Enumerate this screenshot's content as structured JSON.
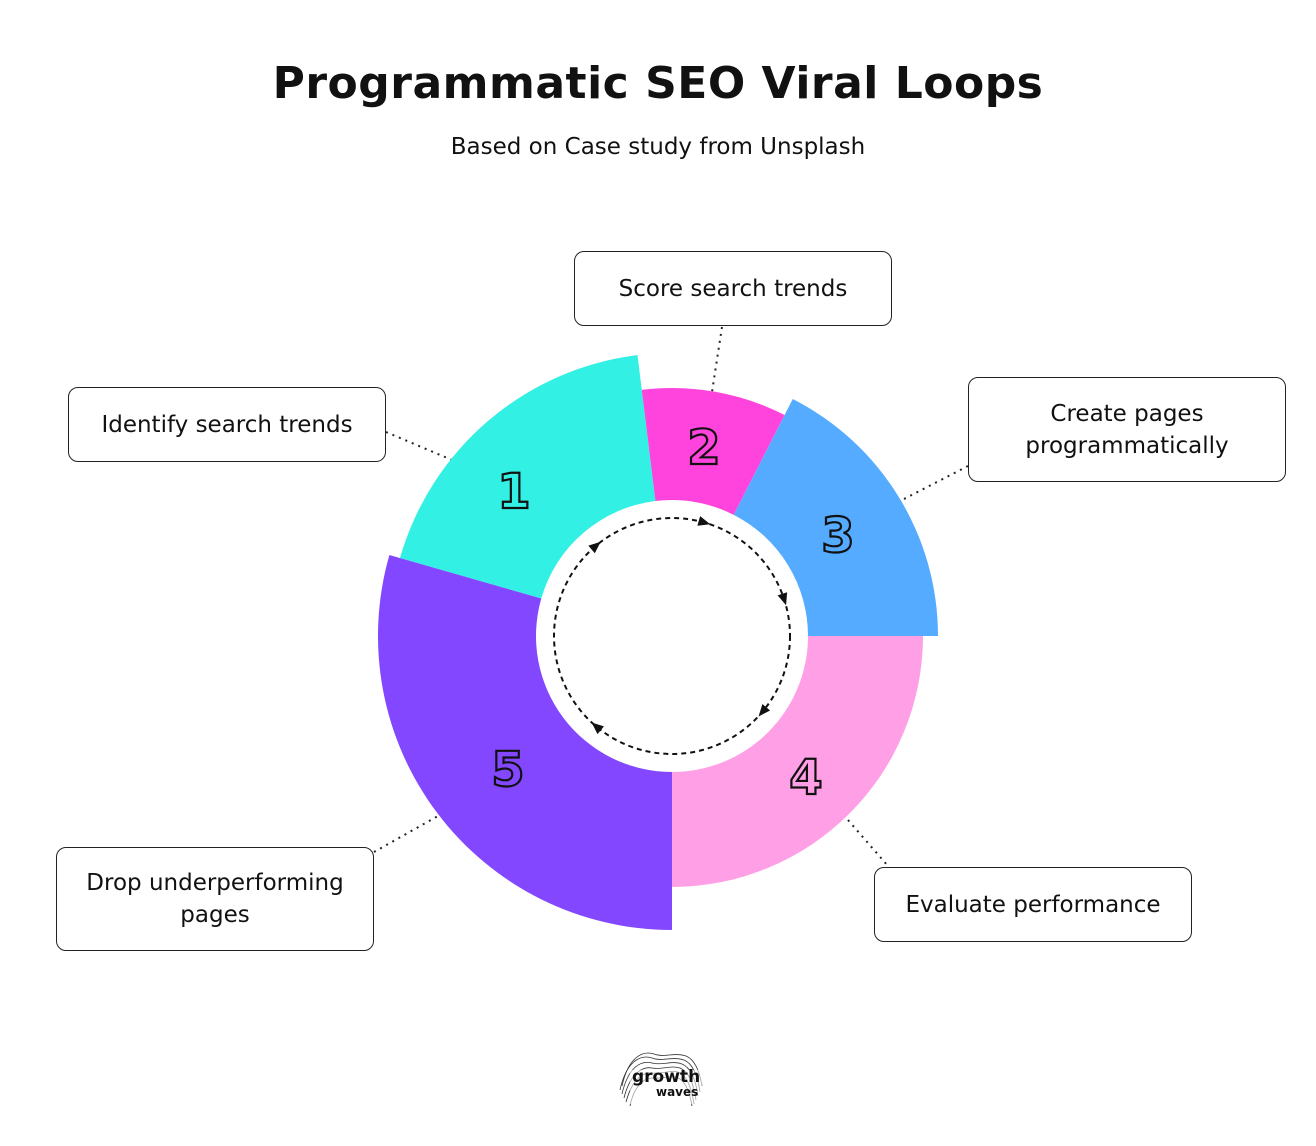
{
  "header": {
    "title": "Programmatic SEO Viral Loops",
    "subtitle": "Based on Case study from Unsplash"
  },
  "steps": [
    {
      "number": "1",
      "label": "Identify search trends",
      "color": "#33F0E4"
    },
    {
      "number": "2",
      "label": "Score search trends",
      "color": "#FF44DD"
    },
    {
      "number": "3",
      "label": "Create pages programmatically",
      "color": "#55ABFF"
    },
    {
      "number": "4",
      "label": "Evaluate performance",
      "color": "#FFA0E6"
    },
    {
      "number": "5",
      "label": "Drop underperforming pages",
      "color": "#8247FF"
    }
  ],
  "logo": {
    "line1": "growth",
    "line2": "waves"
  }
}
